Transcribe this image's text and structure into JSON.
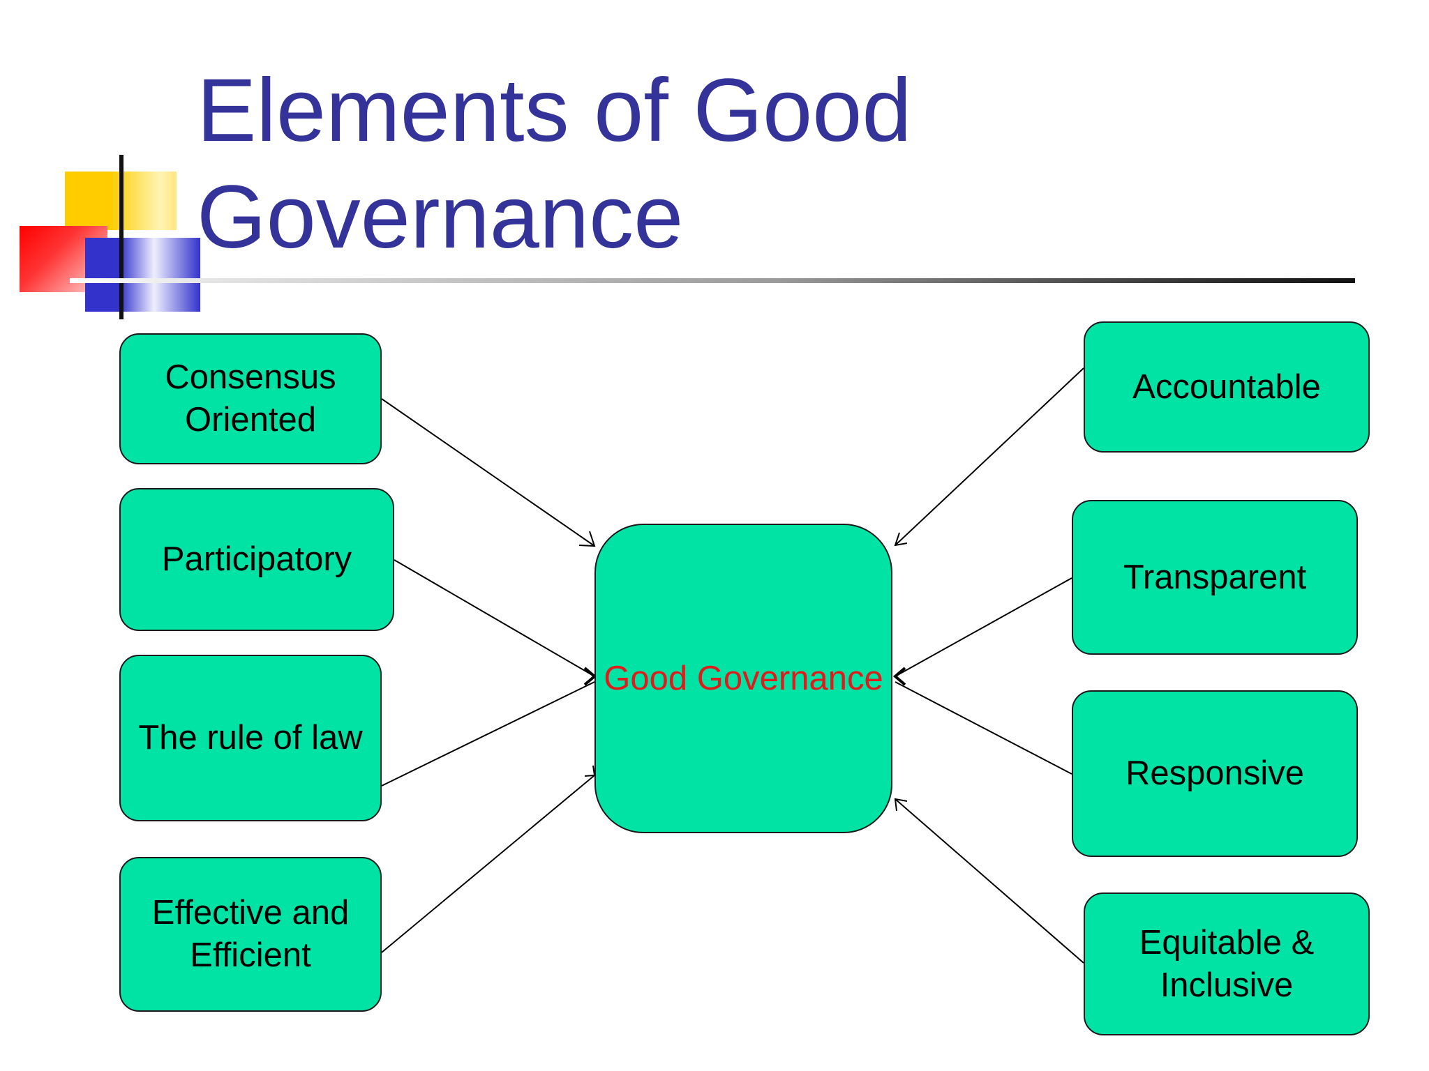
{
  "slide": {
    "title_line1": "Elements of Good",
    "title_line2": "Governance"
  },
  "diagram": {
    "center": "Good Governance",
    "left_nodes": [
      "Consensus\nOriented",
      "Participatory",
      "The rule of law",
      "Effective and\nEfficient"
    ],
    "right_nodes": [
      "Accountable",
      "Transparent",
      "Responsive",
      "Equitable &\nInclusive"
    ]
  },
  "colors": {
    "title": "#333399",
    "node_fill": "#00e3a5",
    "center_text": "#e01b1b"
  }
}
